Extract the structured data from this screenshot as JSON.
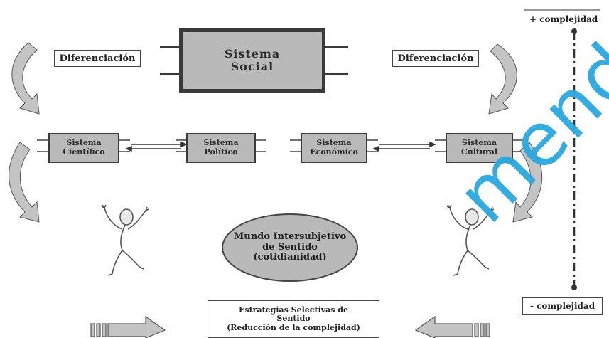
{
  "diagram": {
    "social_system": "Sistema\nSocial",
    "differentiation_left": "Diferenciación",
    "differentiation_right": "Diferenciación",
    "systems": [
      {
        "label": "Sistema\nCientífico"
      },
      {
        "label": "Sistema\nPolítico"
      },
      {
        "label": "Sistema\nEconómico"
      },
      {
        "label": "Sistema\nCultural"
      }
    ],
    "intersubjective_world": "Mundo Intersubjetivo\nde Sentido\n(cotidianidad)",
    "selective_strategies": "Estrategias Selectivas de\nSentido\n(Reducción de la complejidad)",
    "complexity_high": "+ complejidad",
    "complexity_low": "- complejidad"
  },
  "watermark": "mendoz"
}
